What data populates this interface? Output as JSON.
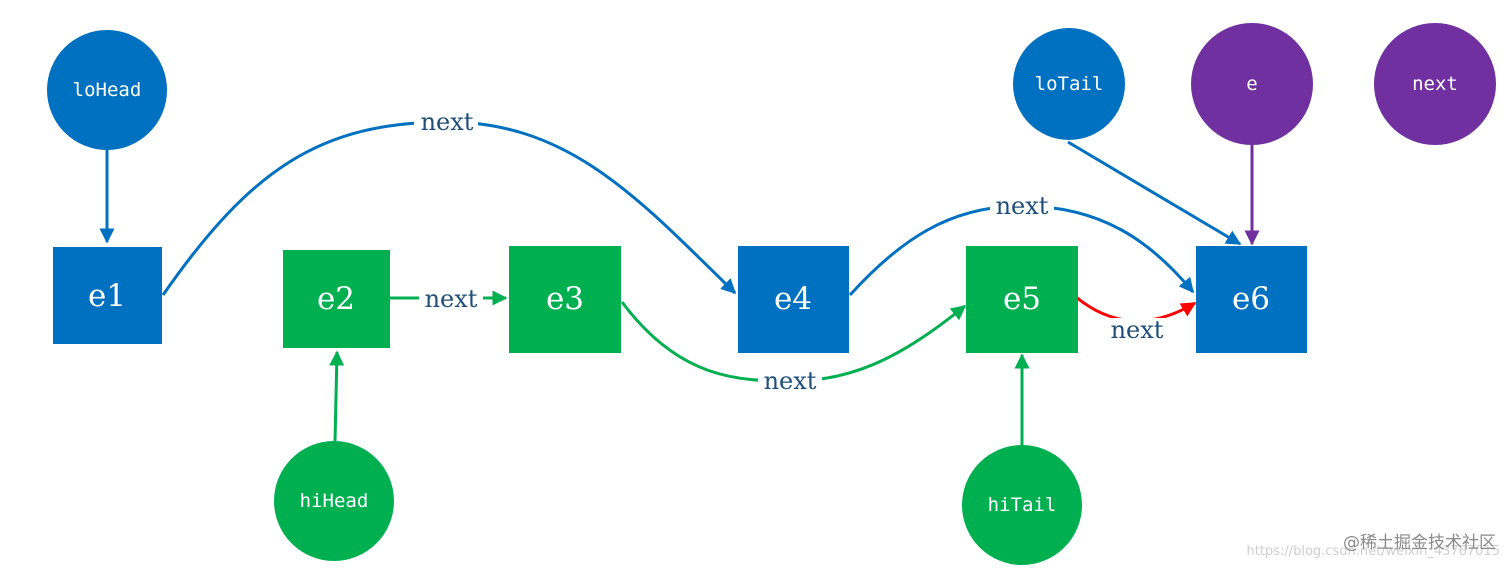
{
  "colors": {
    "blue": "#0070c0",
    "green": "#00b050",
    "purple": "#7030a0",
    "red": "#ff0000",
    "label_text": "#1f4e79"
  },
  "nodes": {
    "e1": "e1",
    "e2": "e2",
    "e3": "e3",
    "e4": "e4",
    "e5": "e5",
    "e6": "e6"
  },
  "pointers": {
    "loHead": "loHead",
    "hiHead": "hiHead",
    "loTail": "loTail",
    "hiTail": "hiTail",
    "e": "e",
    "next": "next"
  },
  "edge_labels": {
    "e1_e4": "next",
    "e2_e3": "next",
    "e3_e5": "next",
    "e4_e6": "next",
    "e5_e6": "next"
  },
  "watermark": {
    "url": "https://blog.csdn.net/weixin_43767015",
    "site": "@稀土掘金技术社区"
  }
}
